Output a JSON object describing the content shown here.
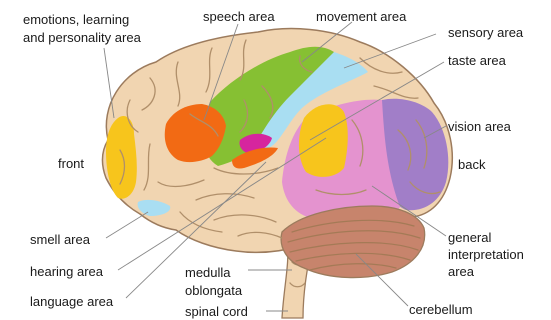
{
  "labels": {
    "emotions_line1": "emotions, learning",
    "emotions_line2": "and personality area",
    "speech": "speech area",
    "movement": "movement area",
    "sensory": "sensory area",
    "taste": "taste area",
    "vision": "vision area",
    "front": "front",
    "back": "back",
    "smell": "smell area",
    "hearing": "hearing area",
    "language": "language area",
    "medulla_line1": "medulla",
    "medulla_line2": "oblongata",
    "spinal": "spinal cord",
    "general_line1": "general",
    "general_line2": "interpretation",
    "general_line3": "area",
    "cerebellum": "cerebellum"
  },
  "colors": {
    "cortex": "#f1d5b1",
    "emotions_area": "#f7c51c",
    "speech_area": "#f26a14",
    "movement_area": "#86c033",
    "sensory_area": "#a9def2",
    "taste_area": "#d6259e",
    "hearing_area": "#f7c51c",
    "general_interpretation_area": "#e493cf",
    "vision_area": "#a17ec8",
    "cerebellum": "#c7846c",
    "brainstem": "#f1d5b1",
    "outline": "#9c7b5d"
  }
}
